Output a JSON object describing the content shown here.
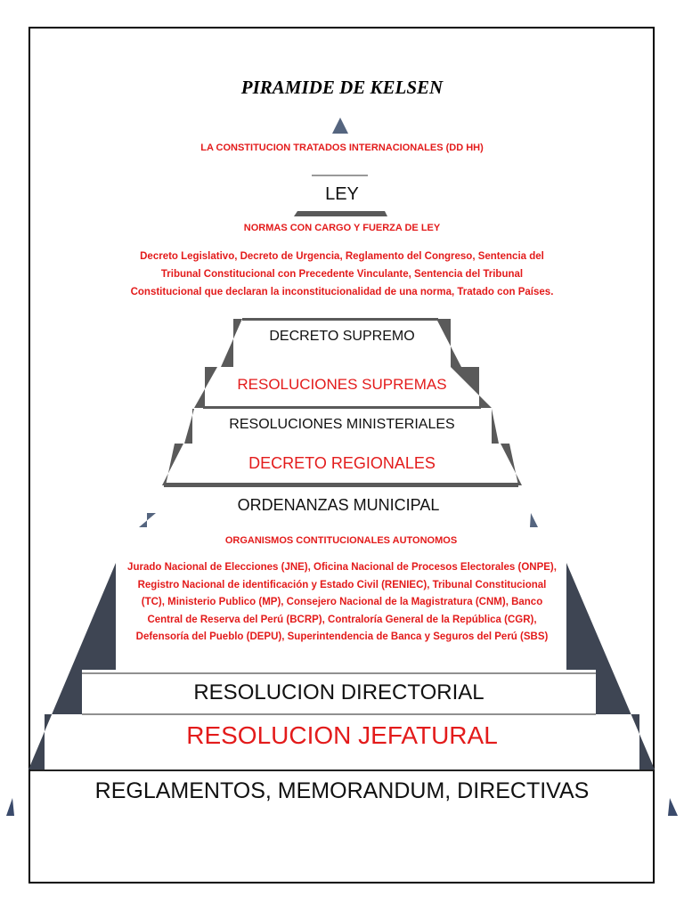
{
  "title": "PIRAMIDE DE KELSEN",
  "colors": {
    "red": "#e31b1b",
    "black": "#111111",
    "shadow": "#5a5a5a",
    "accent_blue": "#3a4a6b"
  },
  "apex_text": "LA CONSTITUCION TRATADOS INTERNACIONALES (DD HH)",
  "ley": "LEY",
  "normas_heading": "NORMAS CON CARGO Y FUERZA DE LEY",
  "normas_detail": "Decreto Legislativo, Decreto de Urgencia, Reglamento del Congreso, Sentencia del Tribunal Constitucional con Precedente Vinculante, Sentencia del Tribunal Constitucional que declaran la inconstitucionalidad de una norma, Tratado con Países.",
  "levels": {
    "decreto_supremo": "DECRETO SUPREMO",
    "resoluciones_supremas": "RESOLUCIONES SUPREMAS",
    "resoluciones_ministeriales": "RESOLUCIONES MINISTERIALES",
    "decreto_regionales": "DECRETO REGIONALES",
    "ordenanzas_municipal": "ORDENANZAS MUNICIPAL",
    "resolucion_directorial": "RESOLUCION DIRECTORIAL",
    "resolucion_jefatural": "RESOLUCION JEFATURAL",
    "reglamentos": "REGLAMENTOS, MEMORANDUM, DIRECTIVAS"
  },
  "organismos_heading": "ORGANISMOS CONTITUCIONALES AUTONOMOS",
  "organismos_detail": "Jurado Nacional de Elecciones (JNE), Oficina Nacional de Procesos Electorales (ONPE), Registro Nacional de identificación y Estado Civil (RENIEC), Tribunal Constitucional (TC), Ministerio Publico (MP), Consejero Nacional de la Magistratura (CNM), Banco Central de Reserva del Perú (BCRP), Contraloría General de la República (CGR), Defensoría del Pueblo (DEPU), Superintendencia de Banca y Seguros del Perú (SBS)"
}
